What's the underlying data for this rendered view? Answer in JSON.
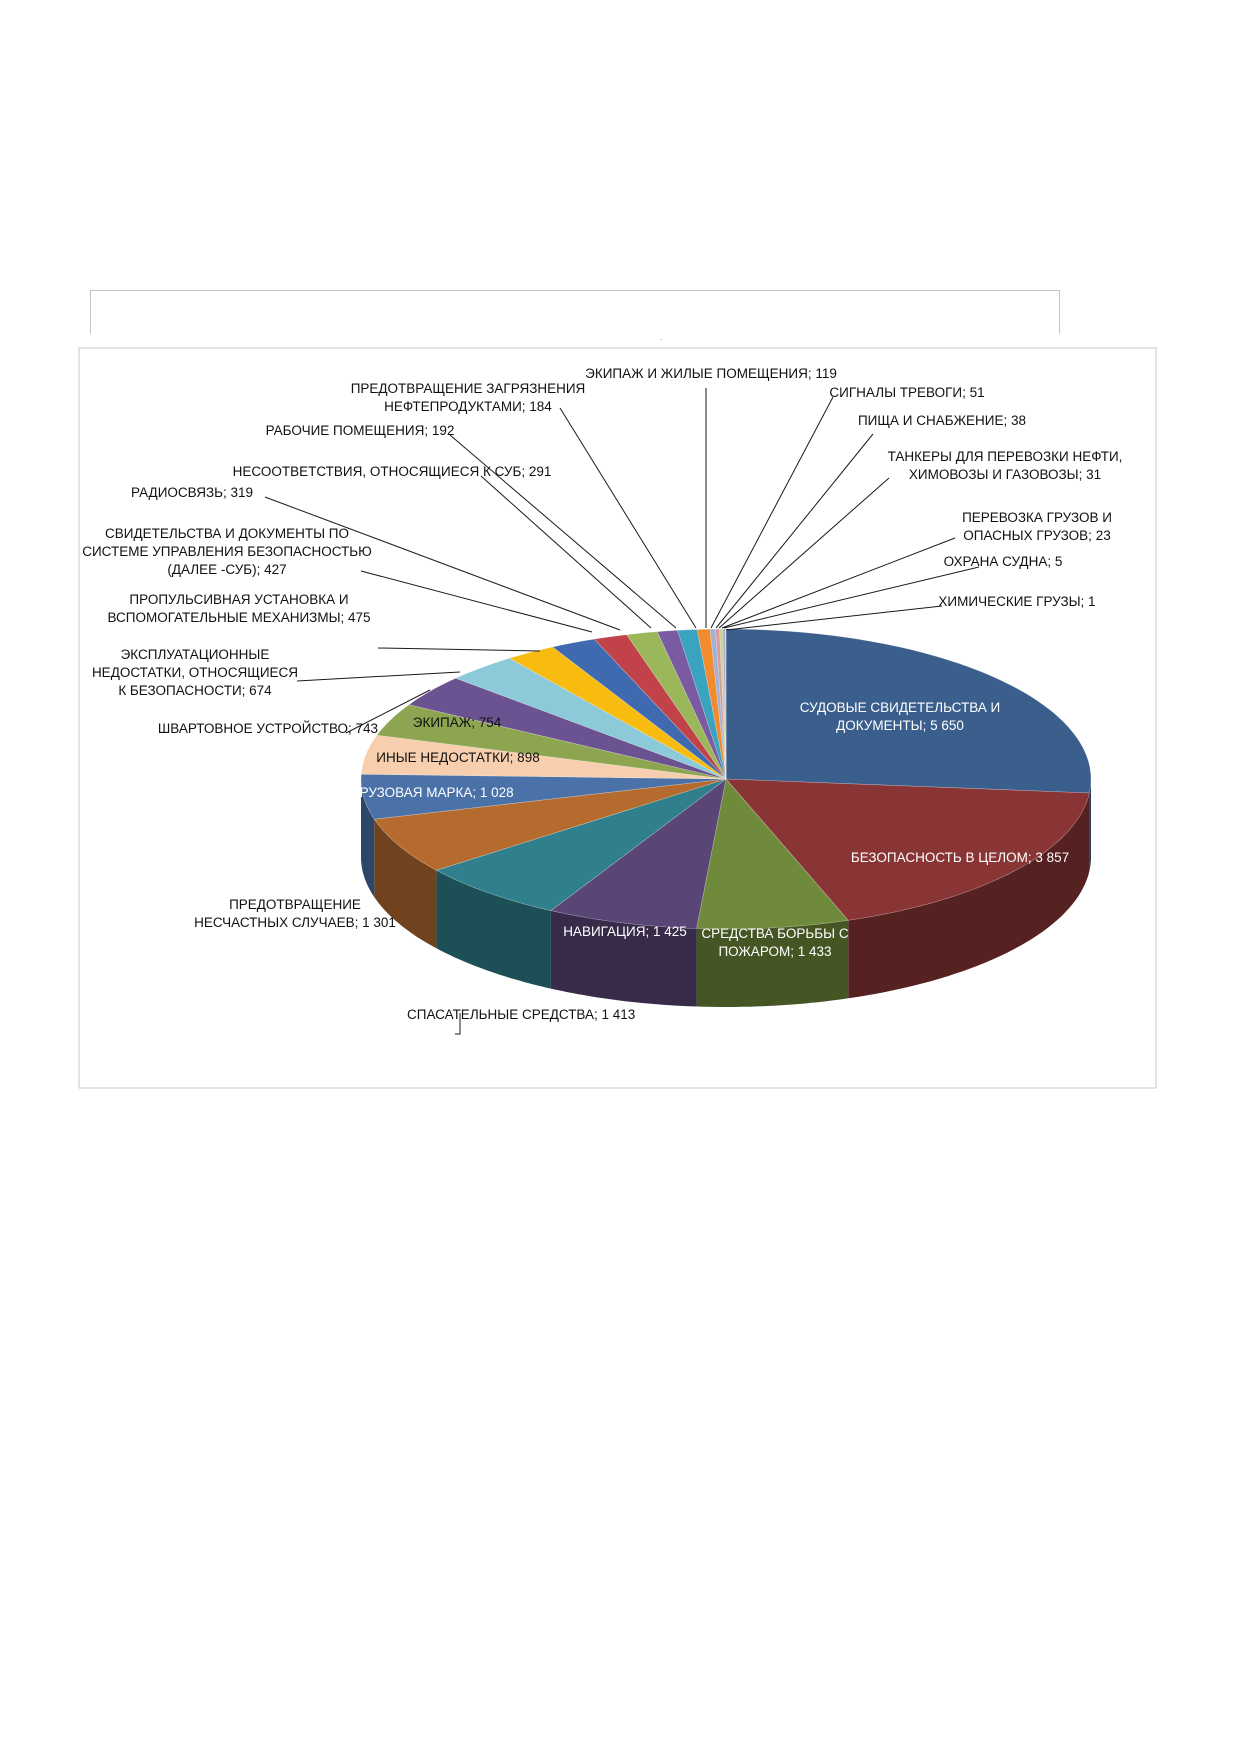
{
  "page_mark": ".",
  "chart_data": {
    "type": "pie",
    "style": "3d-exploded-oval",
    "title": "",
    "slices": [
      {
        "label": "СУДОВЫЕ СВИДЕТЕЛЬСТВА И ДОКУМЕНТЫ",
        "value": 5650,
        "display": "СУДОВЫЕ СВИДЕТЕЛЬСТВА И|ДОКУМЕНТЫ; 5 650",
        "color": "#3b5f8c",
        "label_inside": true
      },
      {
        "label": "БЕЗОПАСНОСТЬ В ЦЕЛОМ",
        "value": 3857,
        "display": "БЕЗОПАСНОСТЬ В ЦЕЛОМ; 3 857",
        "color": "#8a3535",
        "label_inside": true
      },
      {
        "label": "СРЕДСТВА БОРЬБЫ С ПОЖАРОМ",
        "value": 1433,
        "display": "СРЕДСТВА БОРЬБЫ С|ПОЖАРОМ; 1 433",
        "color": "#6f8a3a",
        "label_inside": true
      },
      {
        "label": "НАВИГАЦИЯ",
        "value": 1425,
        "display": "НАВИГАЦИЯ; 1 425",
        "color": "#5a4577",
        "label_inside": true
      },
      {
        "label": "СПАСАТЕЛЬНЫЕ СРЕДСТВА",
        "value": 1413,
        "display": "СПАСАТЕЛЬНЫЕ СРЕДСТВА; 1 413",
        "color": "#2f7f8c",
        "label_inside": false
      },
      {
        "label": "ПРЕДОТВРАЩЕНИЕ НЕСЧАСТНЫХ СЛУЧАЕВ",
        "value": 1301,
        "display": "ПРЕДОТВРАЩЕНИЕ|НЕСЧАСТНЫХ СЛУЧАЕВ; 1 301",
        "color": "#b56b2e",
        "label_inside": false
      },
      {
        "label": "ГРУЗОВАЯ МАРКА",
        "value": 1028,
        "display": "ГРУЗОВАЯ МАРКА; 1 028",
        "color": "#4a72a8",
        "label_inside": true
      },
      {
        "label": "ИНЫЕ НЕДОСТАТКИ",
        "value": 898,
        "display": "ИНЫЕ НЕДОСТАТКИ; 898",
        "color": "#f7cfae",
        "label_inside": true
      },
      {
        "label": "ЭКИПАЖ",
        "value": 754,
        "display": "ЭКИПАЖ; 754",
        "color": "#8da550",
        "label_inside": true
      },
      {
        "label": "ШВАРТОВНОЕ УСТРОЙСТВО",
        "value": 743,
        "display": "ШВАРТОВНОЕ УСТРОЙСТВО; 743",
        "color": "#6b5290",
        "label_inside": false
      },
      {
        "label": "ЭКСПЛУАТАЦИОННЫЕ НЕДОСТАТКИ, ОТНОСЯЩИЕСЯ К БЕЗОПАСНОСТИ",
        "value": 674,
        "display": "ЭКСПЛУАТАЦИОННЫЕ|НЕДОСТАТКИ, ОТНОСЯЩИЕСЯ|К БЕЗОПАСНОСТИ; 674",
        "color": "#8ccad9",
        "label_inside": false
      },
      {
        "label": "ПРОПУЛЬСИВНАЯ УСТАНОВКА И ВСПОМОГАТЕЛЬНЫЕ МЕХАНИЗМЫ",
        "value": 475,
        "display": "ПРОПУЛЬСИВНАЯ УСТАНОВКА И|ВСПОМОГАТЕЛЬНЫЕ МЕХАНИЗМЫ; 475",
        "color": "#f8bb10",
        "label_inside": false
      },
      {
        "label": "СВИДЕТЕЛЬСТВА И ДОКУМЕНТЫ ПО СИСТЕМЕ УПРАВЛЕНИЯ БЕЗОПАСНОСТЬЮ (ДАЛЕЕ -СУБ)",
        "value": 427,
        "display": "СВИДЕТЕЛЬСТВА И ДОКУМЕНТЫ ПО|СИСТЕМЕ УПРАВЛЕНИЯ БЕЗОПАСНОСТЬЮ|(ДАЛЕЕ -СУБ); 427",
        "color": "#3f6ab0",
        "label_inside": false
      },
      {
        "label": "РАДИОСВЯЗЬ",
        "value": 319,
        "display": "РАДИОСВЯЗЬ; 319",
        "color": "#c2424a",
        "label_inside": false
      },
      {
        "label": "НЕСООТВЕТСТВИЯ, ОТНОСЯЩИЕСЯ К СУБ",
        "value": 291,
        "display": "НЕСООТВЕТСТВИЯ, ОТНОСЯЩИЕСЯ К СУБ; 291",
        "color": "#9ab85a",
        "label_inside": false
      },
      {
        "label": "РАБОЧИЕ ПОМЕЩЕНИЯ",
        "value": 192,
        "display": "РАБОЧИЕ ПОМЕЩЕНИЯ; 192",
        "color": "#7a5aa0",
        "label_inside": false
      },
      {
        "label": "ПРЕДОТВРАЩЕНИЕ ЗАГРЯЗНЕНИЯ НЕФТЕПРОДУКТАМИ",
        "value": 184,
        "display": "ПРЕДОТВРАЩЕНИЕ ЗАГРЯЗНЕНИЯ|НЕФТЕПРОДУКТАМИ; 184",
        "color": "#3aa3c0",
        "label_inside": false
      },
      {
        "label": "ЭКИПАЖ И ЖИЛЫЕ ПОМЕЩЕНИЯ",
        "value": 119,
        "display": "ЭКИПАЖ И ЖИЛЫЕ ПОМЕЩЕНИЯ; 119",
        "color": "#f28a2e",
        "label_inside": false
      },
      {
        "label": "СИГНАЛЫ ТРЕВОГИ",
        "value": 51,
        "display": "СИГНАЛЫ ТРЕВОГИ; 51",
        "color": "#9fb2d6",
        "label_inside": false
      },
      {
        "label": "ПИЩА И СНАБЖЕНИЕ",
        "value": 38,
        "display": "ПИЩА И СНАБЖЕНИЕ; 38",
        "color": "#d89a9a",
        "label_inside": false
      },
      {
        "label": "ТАНКЕРЫ ДЛЯ ПЕРЕВОЗКИ НЕФТИ, ХИМОВОЗЫ И ГАЗОВОЗЫ",
        "value": 31,
        "display": "ТАНКЕРЫ ДЛЯ ПЕРЕВОЗКИ НЕФТИ,|ХИМОВОЗЫ И ГАЗОВОЗЫ; 31",
        "color": "#c4d69a",
        "label_inside": false
      },
      {
        "label": "ПЕРЕВОЗКА ГРУЗОВ И ОПАСНЫХ ГРУЗОВ",
        "value": 23,
        "display": "ПЕРЕВОЗКА ГРУЗОВ И|ОПАСНЫХ ГРУЗОВ; 23",
        "color": "#b3a6cf",
        "label_inside": false
      },
      {
        "label": "ОХРАНА СУДНА",
        "value": 5,
        "display": "ОХРАНА СУДНА; 5",
        "color": "#94d0df",
        "label_inside": false
      },
      {
        "label": "ХИМИЧЕСКИЕ ГРУЗЫ",
        "value": 1,
        "display": "ХИМИЧЕСКИЕ ГРУЗЫ; 1",
        "color": "#f7c98e",
        "label_inside": false
      }
    ]
  }
}
